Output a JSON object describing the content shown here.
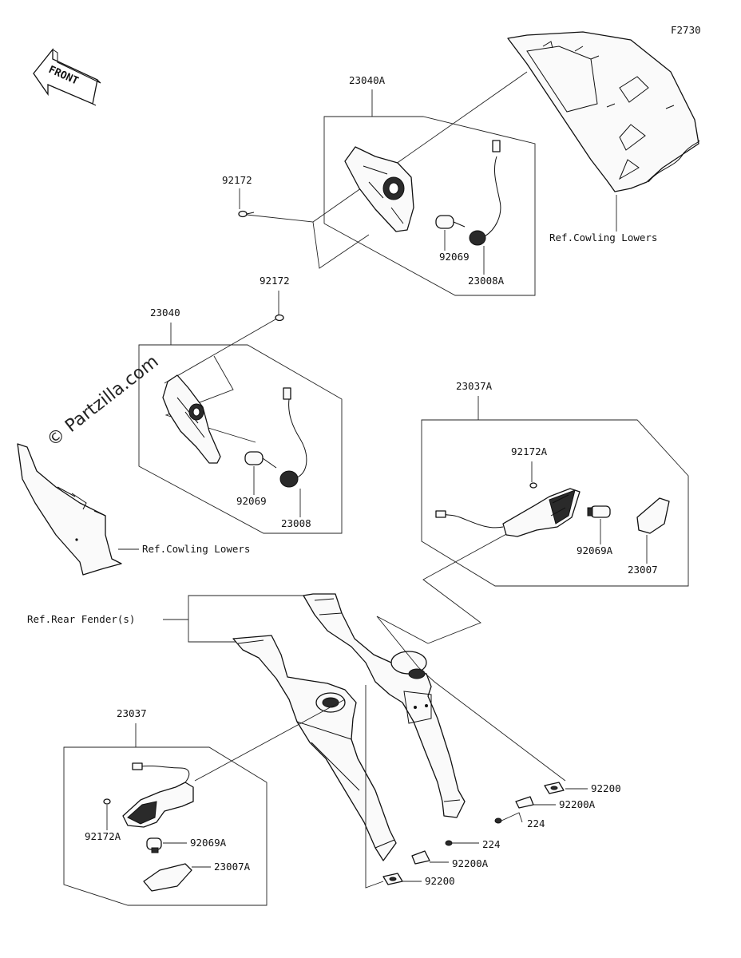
{
  "figure_code": "F2730",
  "front_label": "FRONT",
  "watermark": "© Partzilla.com",
  "callouts": {
    "c23040A": "23040A",
    "c92172_top": "92172",
    "c92069_top": "92069",
    "c23008A": "23008A",
    "c92172_mid": "92172",
    "c23040": "23040",
    "c92069_mid": "92069",
    "c23008": "23008",
    "c23037A": "23037A",
    "c92172A_right": "92172A",
    "c92069A_right": "92069A",
    "c23007": "23007",
    "c23037": "23037",
    "c92172A_left": "92172A",
    "c92069A_left": "92069A",
    "c23007A": "23007A",
    "c92200_r": "92200",
    "c92200A_r": "92200A",
    "c224_r": "224",
    "c224_l": "224",
    "c92200A_l": "92200A",
    "c92200_l": "92200"
  },
  "refs": {
    "cowling_top": "Ref.Cowling Lowers",
    "cowling_left": "Ref.Cowling Lowers",
    "rear_fender": "Ref.Rear Fender(s)"
  }
}
